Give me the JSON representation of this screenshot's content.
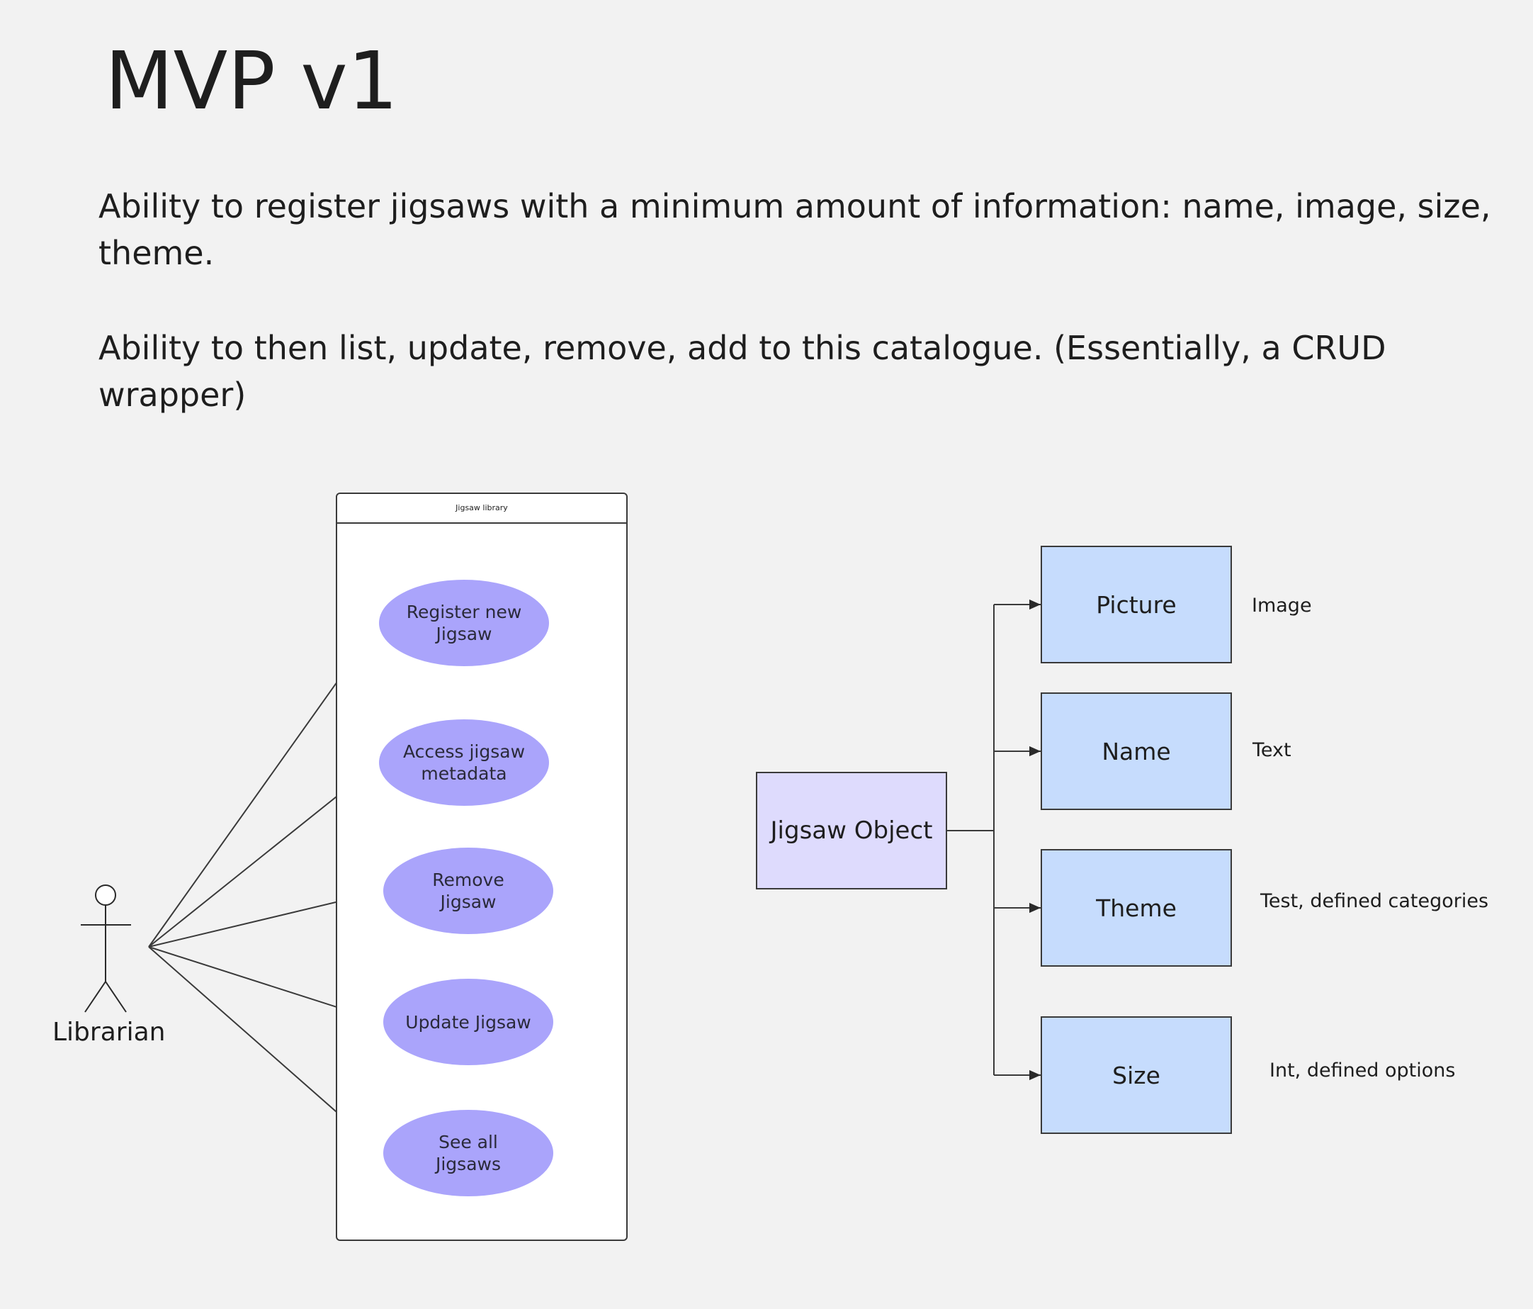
{
  "title": "MVP v1",
  "paragraphs": [
    "Ability to register jigsaws with a minimum amount of information: name, image, size, theme.",
    "Ability to then list, update, remove, add to this catalogue. (Essentially, a CRUD wrapper)"
  ],
  "use_case_diagram": {
    "actor": {
      "label": "Librarian"
    },
    "system_boundary": {
      "label": "Jigsaw library"
    },
    "use_cases": [
      "Register new Jigsaw",
      "Access jigsaw metadata",
      "Remove Jigsaw",
      "Update Jigsaw",
      "See all Jigsaws"
    ],
    "colors": {
      "use_case_fill": "#aaa4fb",
      "line": "#3a3a3a"
    }
  },
  "object_diagram": {
    "root": {
      "label": "Jigsaw Object",
      "fill": "#dedbfd"
    },
    "attributes": [
      {
        "name": "Picture",
        "type": "Image"
      },
      {
        "name": "Name",
        "type": "Text"
      },
      {
        "name": "Theme",
        "type": "Test, defined categories"
      },
      {
        "name": "Size",
        "type": "Int, defined options"
      }
    ],
    "attribute_fill": "#c6dcfd"
  }
}
